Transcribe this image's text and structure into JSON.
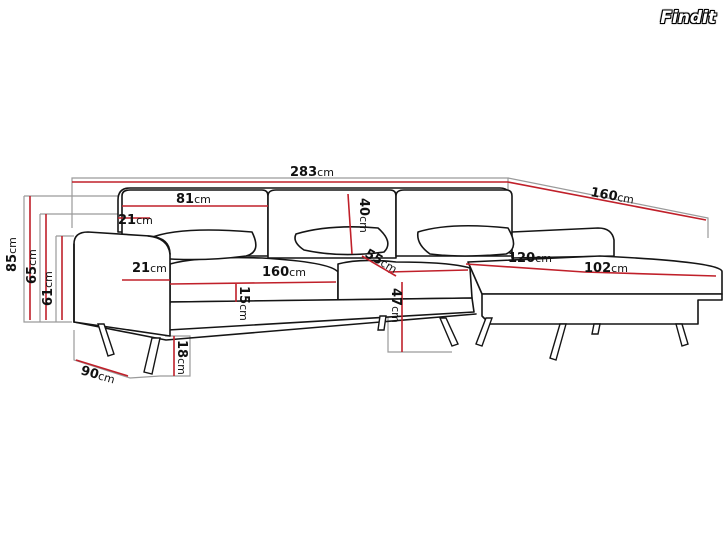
{
  "brand": {
    "name": "Findit"
  },
  "colors": {
    "dimension_line": "#c0202a",
    "outline": "#151515",
    "guide_line": "#9a9a9a",
    "background": "#ffffff"
  },
  "dimensions": {
    "total_length": {
      "value": "283",
      "unit": "cm"
    },
    "chaise_length": {
      "value": "160",
      "unit": "cm"
    },
    "back_cushion_width": {
      "value": "81",
      "unit": "cm"
    },
    "armrest_thickness_top": {
      "value": "21",
      "unit": "cm"
    },
    "back_cushion_height": {
      "value": "40",
      "unit": "cm"
    },
    "armrest_width": {
      "value": "21",
      "unit": "cm"
    },
    "seat_width": {
      "value": "160",
      "unit": "cm"
    },
    "seat_depth": {
      "value": "55",
      "unit": "cm"
    },
    "chaise_inner_length": {
      "value": "120",
      "unit": "cm"
    },
    "chaise_width": {
      "value": "102",
      "unit": "cm"
    },
    "seat_cushion_height": {
      "value": "15",
      "unit": "cm"
    },
    "seat_height": {
      "value": "47",
      "unit": "cm"
    },
    "total_height": {
      "value": "85",
      "unit": "cm"
    },
    "back_height": {
      "value": "65",
      "unit": "cm"
    },
    "armrest_height": {
      "value": "61",
      "unit": "cm"
    },
    "total_depth": {
      "value": "90",
      "unit": "cm"
    },
    "leg_height": {
      "value": "18",
      "unit": "cm"
    }
  }
}
